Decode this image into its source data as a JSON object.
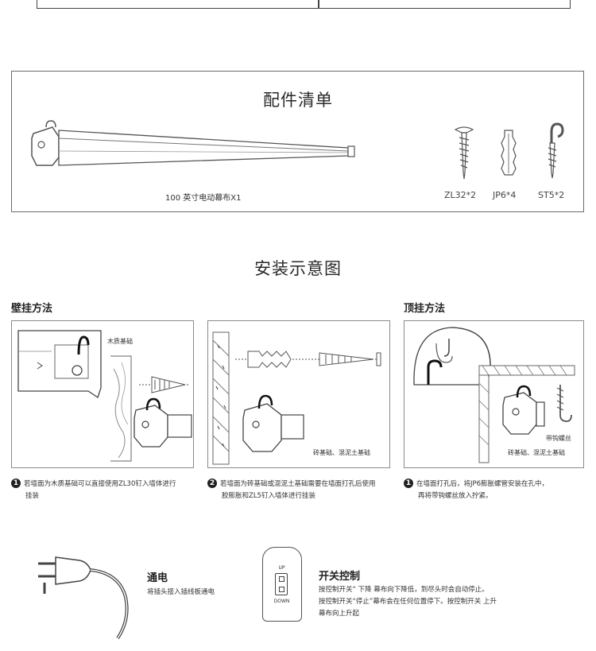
{
  "parts_section": {
    "title": "配件清单",
    "screen_label": "100 英寸电动幕布X1",
    "items": [
      {
        "label": "ZL32*2",
        "icon": "screw-icon"
      },
      {
        "label": "JP6*4",
        "icon": "anchor-icon"
      },
      {
        "label": "ST5*2",
        "icon": "hook-screw-icon"
      }
    ]
  },
  "install_section": {
    "title": "安装示意图",
    "wall_heading": "壁挂方法",
    "ceiling_heading": "顶挂方法",
    "wood_base_label": "木质基础",
    "brick_label_1": "砖基础、混泥土基础",
    "brick_label_2": "砖基础、混泥土基础",
    "hook_screw_label": "带钩螺丝",
    "note_1_num": "1",
    "note_1_line1": "若墙面为木质基础可以直接使用ZL30钉入墙体进行",
    "note_1_line2": "挂装",
    "note_2_num": "2",
    "note_2_line1": "若墙面为砖基础或混泥土基础需要在墙面打孔后使用",
    "note_2_line2": "胶膨胀和ZL5钉入墙体进行挂装",
    "note_3_num": "1",
    "note_3_line1": "在墙面打孔后，将JP6膨胀螺管安装在孔中，",
    "note_3_line2": "再将带钩螺丝放入拧紧。"
  },
  "power_section": {
    "heading": "通电",
    "desc": "将插头接入插线板通电"
  },
  "switch_section": {
    "heading": "开关控制",
    "line1": "按控制开关“  下降  幕布向下降低，到尽头时会自动停止。",
    "line2": "按控制开关“停止”幕布会在任何位置停下。按控制开关 上升",
    "line3": "幕布向上升起",
    "switch_up": "UP",
    "switch_down": "DOWN"
  }
}
